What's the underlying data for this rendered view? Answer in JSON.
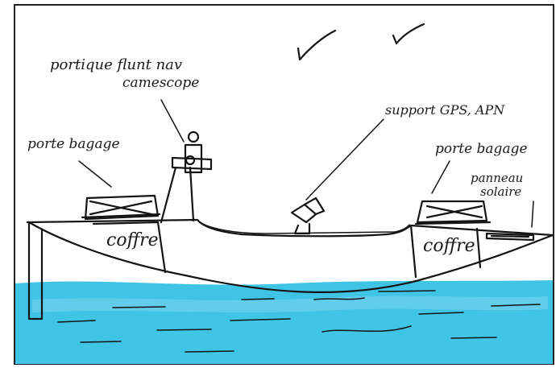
{
  "labels": {
    "portique": "portique flunt nav",
    "camescope": "camescope",
    "porte_bagage_left": "porte bagage",
    "support_gps": "support GPS, APN",
    "porte_bagage_right": "porte bagage",
    "panneau": "panneau",
    "solaire": "solaire",
    "coffre_left": "coffre",
    "coffre_right": "coffre"
  },
  "colors": {
    "water": "#3fc4e6",
    "water_light": "#8fdcf1",
    "ink": "#141414",
    "border": "#222222"
  }
}
